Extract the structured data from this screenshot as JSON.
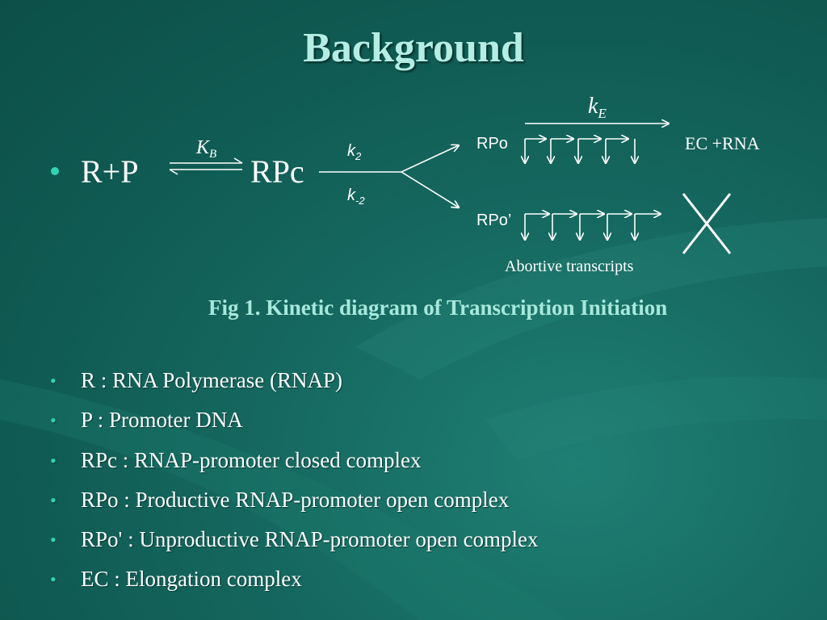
{
  "slide": {
    "title": "Background",
    "caption": "Fig 1. Kinetic diagram of Transcription Initiation"
  },
  "diagram": {
    "reactant": "R+P",
    "kb_main": "K",
    "kb_sub": "B",
    "closed_complex": "RPc",
    "k2_main": "k",
    "k2_sub": "2",
    "km2_main": "k",
    "km2_sub": "-2",
    "ke_main": "k",
    "ke_sub": "E",
    "rpo": "RPo",
    "rpo_prime": "RPo’",
    "ec_rna": "EC +RNA",
    "abortive": "Abortive transcripts"
  },
  "definitions": [
    "R : RNA Polymerase (RNAP)",
    "P : Promoter DNA",
    "RPc : RNAP-promoter closed complex",
    "RPo :  Productive RNAP-promoter open complex",
    "RPo' :  Unproductive RNAP-promoter open complex",
    "EC : Elongation complex"
  ],
  "colors": {
    "background": "#0f5a52",
    "title": "#b4ede4",
    "caption": "#a7e8dc",
    "bullet": "#2fd4b3"
  }
}
